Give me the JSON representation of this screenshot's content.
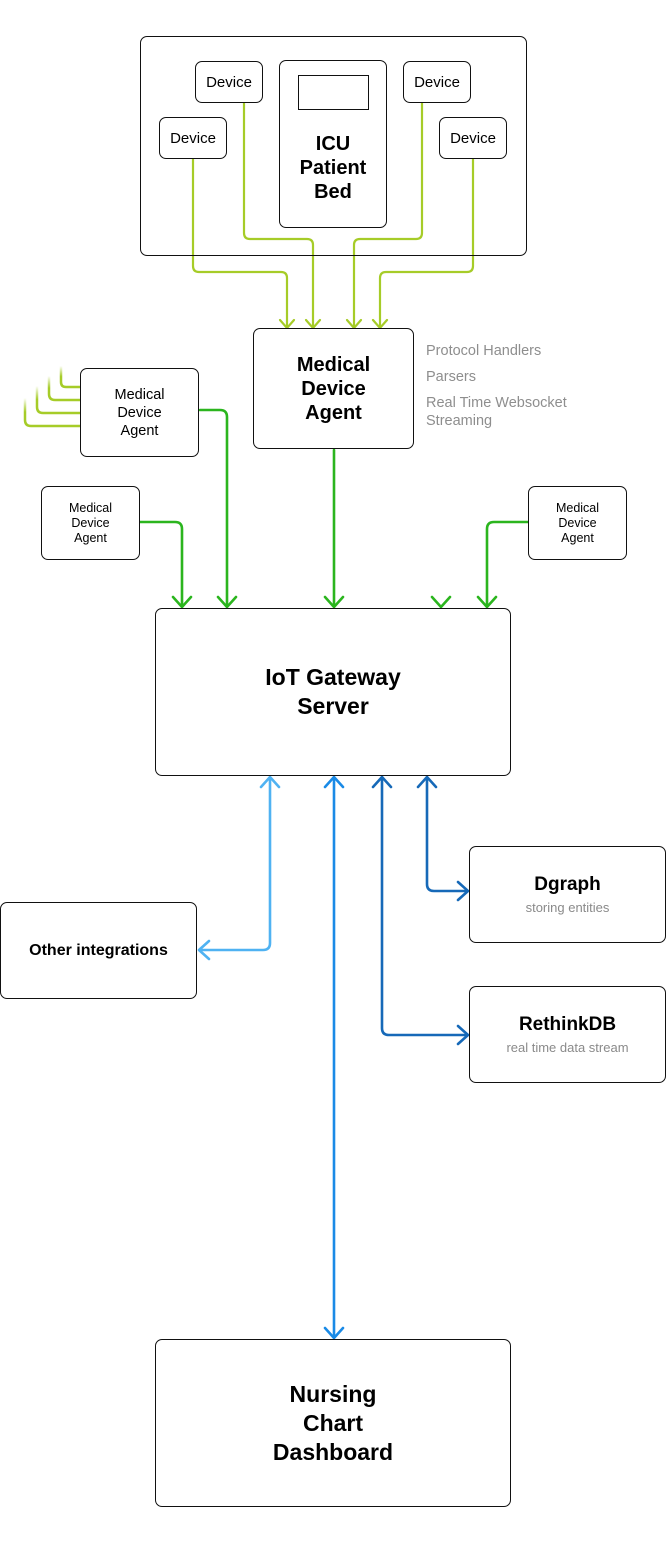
{
  "colors": {
    "lime": "#a6cc28",
    "green": "#2bb51e",
    "light_blue": "#4fb2f2",
    "blue": "#1a8ae6",
    "dark_blue": "#1669b8",
    "note_gray": "#8e8e8e"
  },
  "icu": {
    "bed_label": "ICU Patient Bed",
    "devices": [
      "Device",
      "Device",
      "Device",
      "Device"
    ]
  },
  "main_agent": {
    "label": "Medical Device Agent",
    "notes": [
      "Protocol Handlers",
      "Parsers",
      "Real Time Websocket Streaming"
    ]
  },
  "other_agents": [
    {
      "label": "Medical Device Agent"
    },
    {
      "label": "Medical Device Agent"
    },
    {
      "label": "Medical Device Agent"
    }
  ],
  "gateway": {
    "label": "IoT Gateway Server"
  },
  "other_integrations": {
    "label": "Other integrations"
  },
  "databases": [
    {
      "name": "Dgraph",
      "description": "storing entities"
    },
    {
      "name": "RethinkDB",
      "description": "real time data stream"
    }
  ],
  "dashboard": {
    "label": "Nursing Chart Dashboard"
  }
}
